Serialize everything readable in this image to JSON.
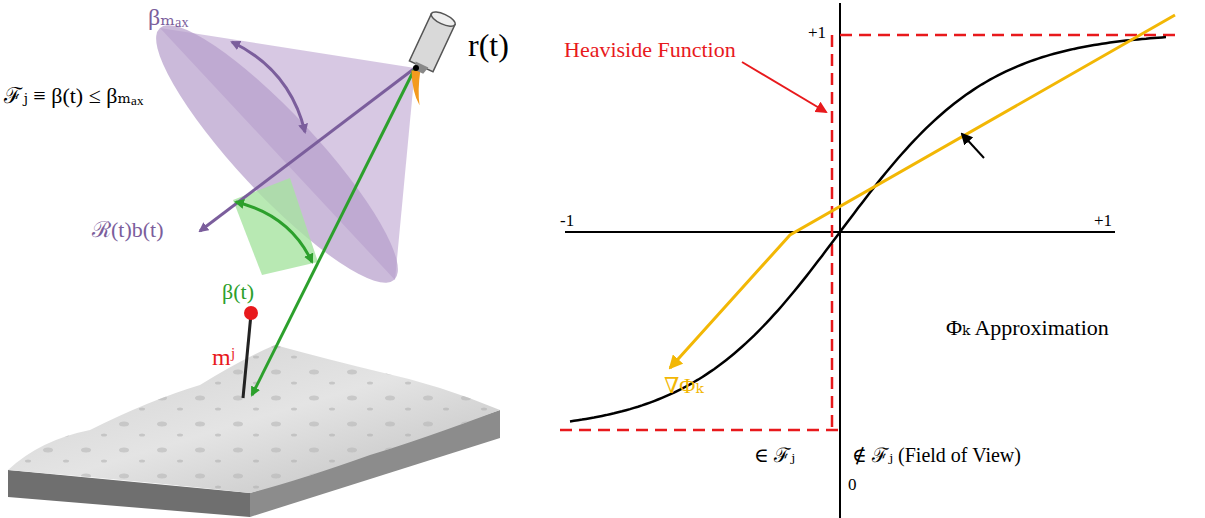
{
  "diagram": {
    "labels": [
      "βₘₐₓ",
      "r(t)",
      "ℱⱼ ≡ β(t) ≤ βₘₐₓ",
      "ℛ(t)b(t)",
      "β(t)",
      "mʲ",
      "Heaviside Function",
      "+1",
      "Φₖ Approximation",
      "-1",
      "+1",
      "∇Φₖ",
      "∈ ℱⱼ",
      "∉ ℱⱼ (Field of View)",
      "0"
    ]
  }
}
